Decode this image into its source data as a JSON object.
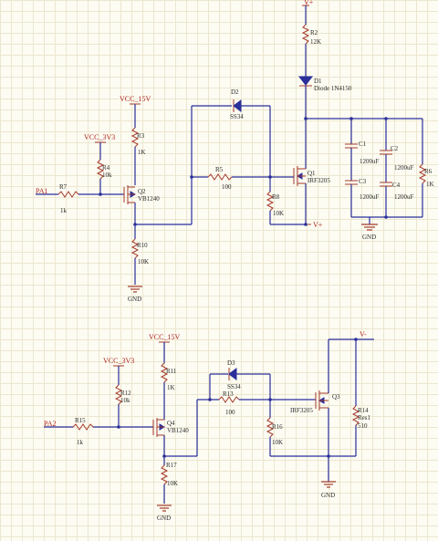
{
  "top_circuit": {
    "vplus_top": "V+",
    "vcc15": "VCC_15V",
    "vcc33": "VCC_3V3",
    "pa1": "PA1",
    "r7": "R7",
    "r7_val": "1k",
    "r4": "R4",
    "r4_val": "10k",
    "r3": "R3",
    "r3_val": "1K",
    "q2": "Q2",
    "q2_type": "VB1240",
    "r10": "R10",
    "r10_val": "10K",
    "gnd1": "GND",
    "d2": "D2",
    "d2_type": "SS34",
    "r5": "R5",
    "r5_val": "100",
    "r8": "R8",
    "r8_val": "10K",
    "q1": "Q1",
    "q1_type": "IRF3205",
    "vplus_bottom": "V+",
    "r2": "R2",
    "r2_val": "12K",
    "d1": "D1",
    "d1_type": "Diode 1N4150",
    "c1": "C1",
    "c1_val": "1200uF",
    "c2": "C2",
    "c2_val": "1200uF",
    "c3": "C3",
    "c3_val": "1200uF",
    "c4": "C4",
    "c4_val": "1200uF",
    "r6": "R6",
    "r6_val": "1K",
    "gnd2": "GND"
  },
  "bottom_circuit": {
    "vcc15": "VCC_15V",
    "vcc33": "VCC_3V3",
    "pa2": "PA2",
    "r15": "R15",
    "r15_val": "1k",
    "r12": "R12",
    "r12_val": "10k",
    "r11": "R11",
    "r11_val": "1K",
    "q4": "Q4",
    "q4_type": "VB1240",
    "r17": "R17",
    "r17_val": "10K",
    "gnd1": "GND",
    "d3": "D3",
    "d3_type": "SS34",
    "r13": "R13",
    "r13_val": "100",
    "r16": "R16",
    "r16_val": "10K",
    "q3": "Q3",
    "q3_type": "IRF3205",
    "vminus": "V-",
    "r14": "R14",
    "r14_type": "Res1",
    "r14_val": "510",
    "gnd2": "GND"
  }
}
